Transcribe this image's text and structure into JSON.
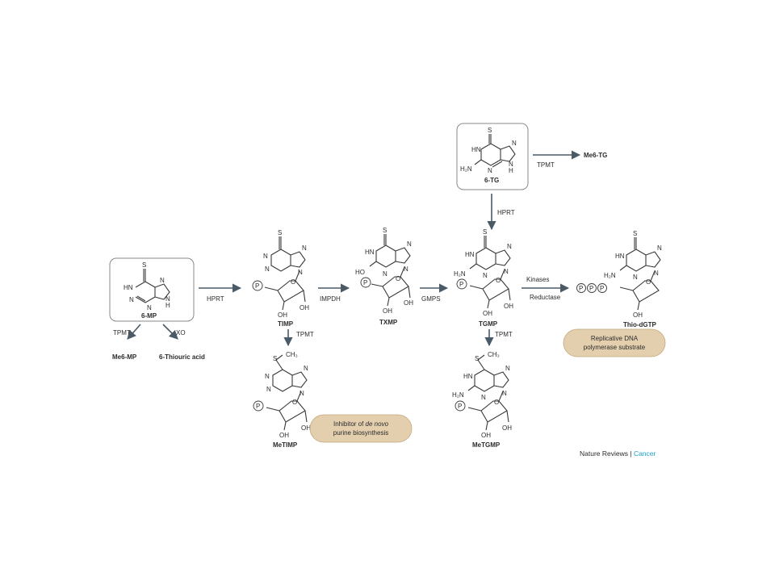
{
  "compounds": {
    "mp": "6-MP",
    "tg": "6-TG",
    "me6tg": "Me6-TG",
    "me6mp": "Me6-MP",
    "thiouric": "6-Thiouric acid",
    "timp": "TIMP",
    "txmp": "TXMP",
    "tgmp": "TGMP",
    "thiodgtp": "Thio-dGTP",
    "metimp": "MeTIMP",
    "metgmp": "MeTGMP"
  },
  "enzymes": {
    "hprt": "HPRT",
    "tpmt": "TPMT",
    "xo": "XO",
    "impdh": "IMPDH",
    "gmps": "GMPS",
    "kinases": "Kinases",
    "reductase": "Reductase"
  },
  "notes": {
    "inhibitor_pre": "Inhibitor of ",
    "inhibitor_italic": "de novo",
    "inhibitor_line2": "purine biosynthesis",
    "replicative_line1": "Replicative DNA",
    "replicative_line2": "polymerase substrate"
  },
  "atoms": {
    "s": "S",
    "n": "N",
    "hn": "HN",
    "h": "H",
    "h2n": "H₂N",
    "ho": "HO",
    "o": "O",
    "oh": "OH",
    "p": "P",
    "ch3": "CH₃"
  },
  "credit": {
    "journal": "Nature Reviews",
    "sep": " | ",
    "section": "Cancer"
  },
  "colors": {
    "arrow": "#4a5a66",
    "note_fill": "#e3cfae",
    "credit_accent": "#1aa3c8"
  }
}
